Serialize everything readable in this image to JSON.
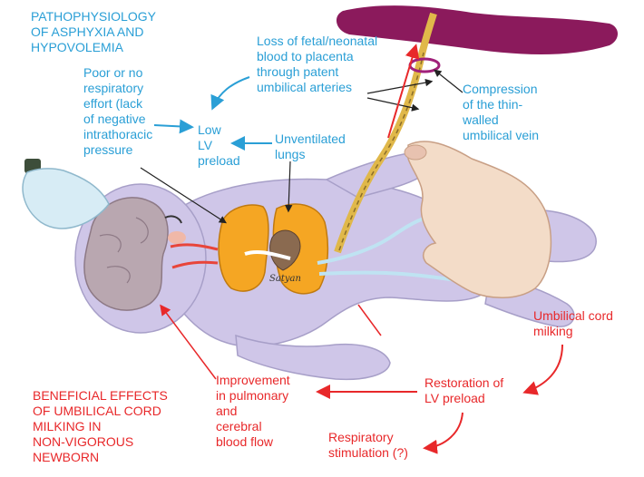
{
  "labels": {
    "title": "PATHOPHYSIOLOGY\nOF ASPHYXIA AND\nHYPOVOLEMIA",
    "respiratory": "Poor or no\nrespiratory\neffort (lack\nof negative\nintrathoracic\npressure",
    "low_lv": "Low\nLV\npreload",
    "unventilated": "Unventilated\nlungs",
    "blood_loss": "Loss of fetal/neonatal\nblood to placenta\nthrough patent\numbilical arteries",
    "compression": "Compression\nof the thin-\nwalled\numbilical vein",
    "milking": "Umbilical cord\nmilking",
    "restoration": "Restoration of\nLV preload",
    "improvement": "Improvement\nin pulmonary\nand\ncerebral\nblood flow",
    "stimulation": "Respiratory\nstimulation (?)",
    "beneficial": "BENEFICIAL EFFECTS\nOF UMBILICAL CORD\nMILKING IN\nNON-VIGOROUS\nNEWBORN",
    "signature": "Satyan"
  },
  "colors": {
    "pathophysiology_text": "#2a9fd6",
    "benefit_text": "#e8282a",
    "body": "#cfc6e8",
    "lungs": "#f5a623",
    "placenta": "#8b1a5c",
    "hand": "#f3dcc8",
    "cord": "#e0b84a"
  },
  "icons": {
    "mask": "resuscitation-mask-icon",
    "brain": "brain-icon",
    "heart": "heart-icon",
    "hand": "hand-icon",
    "placenta": "placenta-icon"
  }
}
